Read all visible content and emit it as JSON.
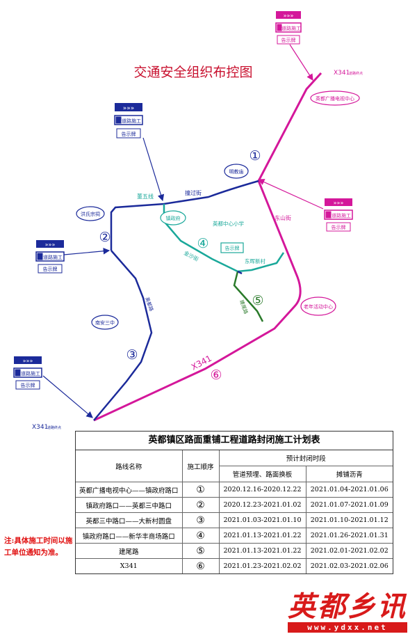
{
  "colors": {
    "blue": "#1b2a9a",
    "teal": "#1aa89a",
    "magenta": "#d4179a",
    "green": "#2a7a2a",
    "title_red": "#c8102e",
    "note_red": "#e01010"
  },
  "map": {
    "title": "交通安全组织布控图",
    "sign": {
      "work": "道路施工",
      "notice": "告示牌",
      "work_icon": "worker-icon"
    },
    "labels": {
      "x341_top": "X341",
      "x341_top_note": "道路终点",
      "x341_bottom": "X341",
      "x341_bottom_note": "道路终点",
      "x341_mid": "X341",
      "guangbo": "英都广播电视中心",
      "mingjiao": "明教庙",
      "dongshan": "东山街",
      "laonian": "老年活动中心",
      "zhenzhengfu": "镇政府",
      "zhongxin_xiaoxue": "英都中心小学",
      "notice_center": "告示牌",
      "dongxin": "东晖新村",
      "jinsha": "金沙街",
      "hongshi": "洪氏宗祠",
      "nanan_sanzhong": "南安三中",
      "dongwu": "董五线",
      "bangguojie": "撞过街",
      "jianwei": "建尾路",
      "ying_road": "英都路"
    },
    "numbers": [
      "①",
      "②",
      "③",
      "④",
      "⑤",
      "⑥"
    ]
  },
  "plan": {
    "title": "英都镇区路面重铺工程道路封闭施工计划表",
    "col_route": "路线名称",
    "col_order": "施工顺序",
    "col_period": "预计封闭时段",
    "col_pipe": "管道预埋、路面换板",
    "col_asphalt": "摊铺沥青",
    "rows": [
      {
        "route": "英都广播电视中心——镇政府路口",
        "order": "①",
        "pipe": "2020.12.16-2020.12.22",
        "asphalt": "2021.01.04-2021.01.06"
      },
      {
        "route": "镇政府路口——英都三中路口",
        "order": "②",
        "pipe": "2020.12.23-2021.01.02",
        "asphalt": "2021.01.07-2021.01.09"
      },
      {
        "route": "英都三中路口——大新村圆盘",
        "order": "③",
        "pipe": "2021.01.03-2021.01.10",
        "asphalt": "2021.01.10-2021.01.12"
      },
      {
        "route": "镇政府路口——新华丰商场路口",
        "order": "④",
        "pipe": "2021.01.13-2021.01.22",
        "asphalt": "2021.01.26-2021.01.31"
      },
      {
        "route": "建尾路",
        "order": "⑤",
        "pipe": "2021.01.13-2021.01.22",
        "asphalt": "2021.02.01-2021.02.02"
      },
      {
        "route": "X341",
        "order": "⑥",
        "pipe": "2021.01.23-2021.02.02",
        "asphalt": "2021.02.03-2021.02.06"
      }
    ]
  },
  "note": "注:具体施工时间以施工单位通知为准。",
  "watermark": {
    "text": "英都乡讯",
    "url": "www.ydxx.net"
  }
}
